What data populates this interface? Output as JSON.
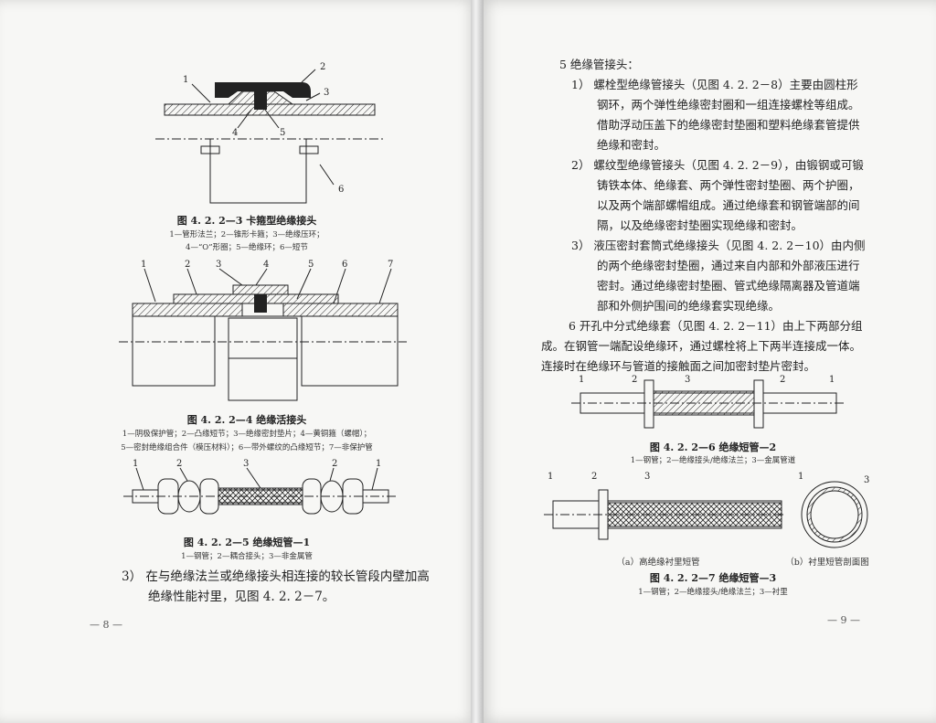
{
  "left": {
    "fig3": {
      "labels": [
        "1",
        "2",
        "3",
        "4",
        "5",
        "6"
      ],
      "caption": "图 4. 2. 2—3   卡箍型绝缘接头",
      "legend1": "1—管形法兰；2—锥形卡箍；3—绝缘压环；",
      "legend2": "4—“O”形圈；5—绝缘环；6—短节"
    },
    "fig4": {
      "labels": [
        "1",
        "2",
        "3",
        "4",
        "5",
        "6",
        "7"
      ],
      "caption": "图 4. 2. 2—4   绝缘活接头",
      "legend1": "1—阴极保护管；2—凸缘短节；3—绝缘密封垫片；4—黄铜箍（螺帽）；",
      "legend2": "5—密封绝缘组合件（模压材料）；6—带外螺纹的凸缘短节；7—非保护管"
    },
    "fig5": {
      "labels": [
        "1",
        "2",
        "3",
        "2",
        "1"
      ],
      "caption": "图 4. 2. 2—5   绝缘短管—1",
      "legend": "1—钢管；2—耦合接头；3—非金属管"
    },
    "para3_line1": "3）  在与绝缘法兰或绝缘接头相连接的较长管段内壁加高",
    "para3_line2": "绝缘性能衬里，见图 4. 2. 2－7。",
    "page_number": "— 8 —"
  },
  "right": {
    "lines": [
      "5   绝缘管接头：",
      "1）  螺栓型绝缘管接头（见图 4. 2. 2－8）主要由圆柱形",
      "钢环，两个弹性绝缘密封圈和一组连接螺栓等组成。",
      "借助浮动压盖下的绝缘密封垫圈和塑料绝缘套管提供",
      "绝缘和密封。",
      "2）  螺纹型绝缘管接头（见图 4. 2. 2－9），由锻钢或可锻",
      "铸铁本体、绝缘套、两个弹性密封垫圈、两个护圈，",
      "以及两个端部螺帽组成。通过绝缘套和钢管端部的间",
      "隔，以及绝缘密封垫圈实现绝缘和密封。",
      "3）  液压密封套筒式绝缘接头（见图 4. 2. 2－10）由内侧",
      "的两个绝缘密封垫圈，通过来自内部和外部液压进行",
      "密封。通过绝缘密封垫圈、管式绝缘隔离器及管道端",
      "部和外侧护围间的绝缘套实现绝缘。",
      "6   开孔中分式绝缘套（见图 4. 2. 2－11）由上下两部分组",
      "成。在钢管一端配设绝缘环，通过螺栓将上下两半连接成一体。",
      "连接时在绝缘环与管道的接触面之间加密封垫片密封。"
    ],
    "fig6": {
      "labels": [
        "1",
        "2",
        "3",
        "2",
        "1"
      ],
      "caption": "图 4. 2. 2—6   绝缘短管—2",
      "legend": "1—钢管；2—绝缘接头/绝缘法兰；3—金属管道"
    },
    "fig7": {
      "labels_a": [
        "1",
        "2",
        "3"
      ],
      "labels_b": [
        "1",
        "3"
      ],
      "sub_a": "（a）高绝缘衬里短管",
      "sub_b": "（b）衬里短管剖面图",
      "caption": "图 4. 2. 2—7   绝缘短管—3",
      "legend": "1—钢管；2—绝缘接头/绝缘法兰；3—衬里"
    },
    "page_number": "— 9 —"
  }
}
